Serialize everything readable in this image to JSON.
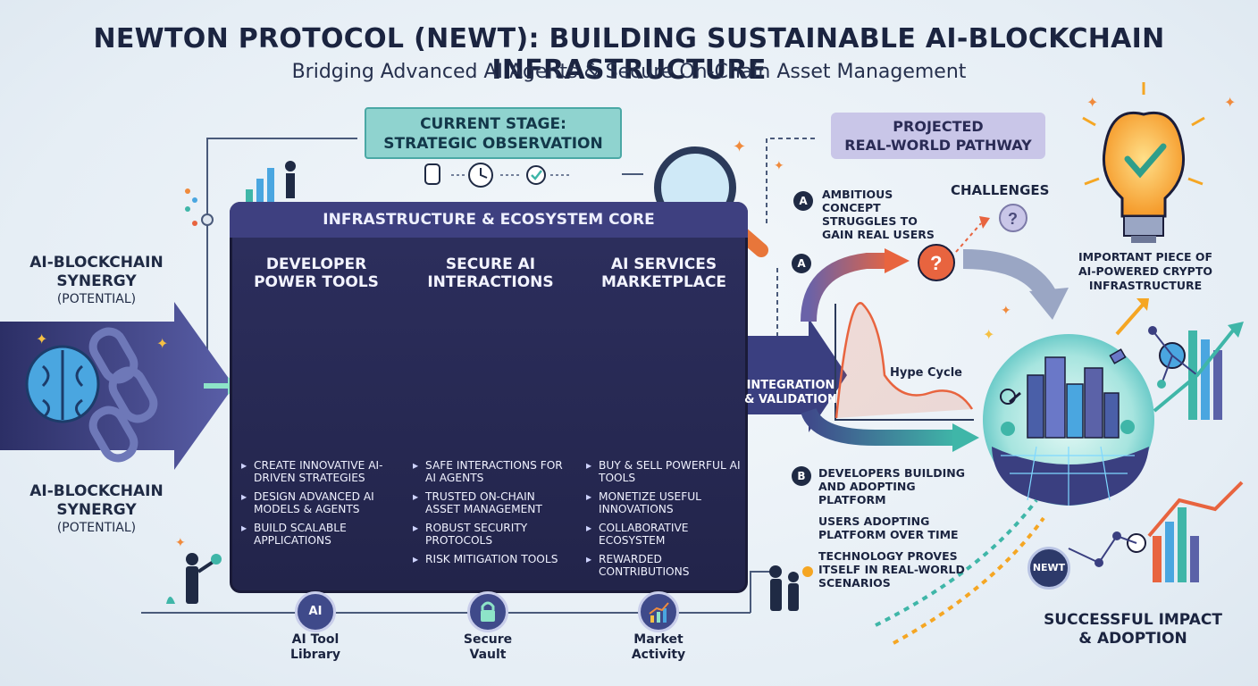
{
  "header": {
    "title": "NEWTON PROTOCOL (NEWT): BUILDING SUSTAINABLE AI-BLOCKCHAIN INFRASTRUCTURE",
    "subtitle": "Bridging Advanced AI Agents & Secure On-Chain Asset Management"
  },
  "stage_banner": {
    "line1": "CURRENT STAGE:",
    "line2": "STRATEGIC OBSERVATION"
  },
  "projected": {
    "line1": "PROJECTED",
    "line2": "REAL-WORLD PATHWAY"
  },
  "left": {
    "synergy_top": {
      "heading1": "AI-BLOCKCHAIN",
      "heading2": "SYNERGY",
      "note": "(POTENTIAL)"
    },
    "synergy_bottom": {
      "heading1": "AI-BLOCKCHAIN",
      "heading2": "SYNERGY",
      "note": "(POTENTIAL)"
    }
  },
  "core": {
    "heading": "INFRASTRUCTURE & ECOSYSTEM CORE",
    "columns": [
      {
        "title1": "DEVELOPER",
        "title2": "POWER TOOLS",
        "bullets": [
          "CREATE INNOVATIVE AI-DRIVEN STRATEGIES",
          "DESIGN ADVANCED AI MODELS & AGENTS",
          "BUILD SCALABLE APPLICATIONS"
        ]
      },
      {
        "title1": "SECURE AI",
        "title2": "INTERACTIONS",
        "bullets": [
          "SAFE INTERACTIONS FOR AI AGENTS",
          "TRUSTED ON-CHAIN ASSET MANAGEMENT",
          "ROBUST SECURITY PROTOCOLS",
          "RISK MITIGATION TOOLS"
        ]
      },
      {
        "title1": "AI SERVICES",
        "title2": "MARKETPLACE",
        "bullets": [
          "BUY & SELL POWERFUL AI TOOLS",
          "MONETIZE USEFUL INNOVATIONS",
          "COLLABORATIVE ECOSYSTEM",
          "REWARDED CONTRIBUTIONS"
        ]
      }
    ]
  },
  "bottom_nodes": [
    {
      "icon_text": "AI",
      "label1": "AI Tool",
      "label2": "Library"
    },
    {
      "icon_text": "",
      "label1": "Secure",
      "label2": "Vault"
    },
    {
      "icon_text": "",
      "label1": "Market",
      "label2": "Activity"
    }
  ],
  "right": {
    "integration1": "INTEGRATION",
    "integration2": "& VALIDATION",
    "path_a": {
      "badge": "A",
      "line1": "AMBITIOUS",
      "line2": "CONCEPT",
      "line3": "STRUGGLES TO",
      "line4": "GAIN REAL USERS"
    },
    "path_a_badge2": "A",
    "challenges": "CHALLENGES",
    "hype_cycle": "Hype Cycle",
    "path_b": {
      "badge": "B",
      "bullets": [
        "DEVELOPERS BUILDING AND ADOPTING PLATFORM",
        "USERS ADOPTING PLATFORM OVER TIME",
        "TECHNOLOGY PROVES ITSELF IN REAL-WORLD SCENARIOS"
      ]
    },
    "important": {
      "line1": "IMPORTANT PIECE OF",
      "line2": "AI-POWERED CRYPTO",
      "line3": "INFRASTRUCTURE"
    },
    "newt_token": "NEWT",
    "success": {
      "line1": "SUCCESSFUL IMPACT",
      "line2": "& ADOPTION"
    }
  },
  "colors": {
    "core_bg": "#2d2f5e",
    "banner_teal": "#8fd3cf",
    "projected_lavender": "#c9c6e8",
    "accent_orange": "#f08a3c",
    "accent_teal": "#3fb6a8"
  },
  "icons": [
    "brain-icon",
    "chain-icon",
    "rocket-icon",
    "toolbox-icon",
    "padlock-icon",
    "handshake-icon",
    "storefront-icon",
    "coin-icon",
    "magnifier-icon",
    "lightbulb-icon",
    "question-icon",
    "city-globe-icon",
    "watch-icon",
    "clock-icon",
    "vault-icon",
    "chart-icon"
  ]
}
